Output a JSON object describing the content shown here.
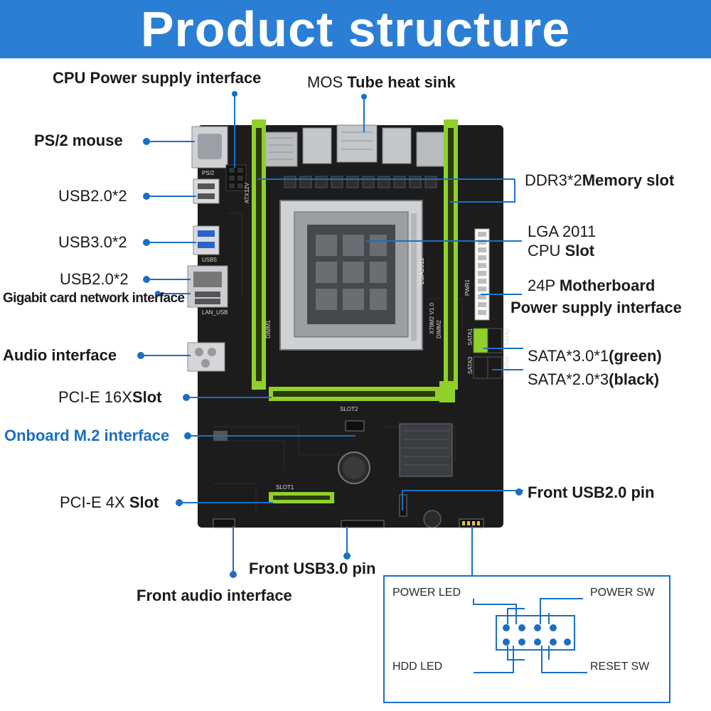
{
  "title": "Product structure",
  "labels": {
    "cpu_power": "CPU Power supply interface",
    "mos_prefix": "MOS",
    "mos_rest": "Tube heat sink",
    "ps2_mouse": "PS/2 mouse",
    "usb20_top": "USB2.0*2",
    "usb30": "USB3.0*2",
    "usb20_lan": "USB2.0*2",
    "gigabit": "Gigabit card network interface",
    "audio": "Audio interface",
    "pcie16_prefix": "PCI-E 16X",
    "pcie16_rest": "Slot",
    "m2": "Onboard M.2 interface",
    "pcie4_prefix": "PCI-E 4X",
    "pcie4_rest": "Slot",
    "front_usb30": "Front USB3.0 pin",
    "front_audio": "Front audio interface",
    "ddr3_prefix": "DDR3*2",
    "ddr3_rest": "Memory slot",
    "lga_line1": "LGA 2011",
    "lga_line2_prefix": "CPU",
    "lga_line2_rest": "Slot",
    "p24_prefix": "24P",
    "p24_rest": "Motherboard",
    "p24_line2": "Power supply interface",
    "sata30_prefix": "SATA*3.0*1",
    "sata30_rest": "(green)",
    "sata20_prefix": "SATA*2.0*3",
    "sata20_rest": "(black)",
    "front_usb20": "Front USB2.0 pin"
  },
  "board_silkscreen": {
    "socket_text": "LGA2011",
    "slot2": "SLOT2",
    "slot1": "SLOT1",
    "ps2": "PS/2",
    "lan_usb": "LAN_USB",
    "usb5": "USB5",
    "atx12v": "ATX12V",
    "dimm1": "DIMM1",
    "dimm2": "DIMM2",
    "sata1": "SATA1",
    "sata2": "SATA2",
    "sata3": "SATA3",
    "sata4": "SATA4",
    "pwr1": "PWR1",
    "x79": "X79M2 V1.0"
  },
  "pin_diagram": {
    "power_led": "POWER LED",
    "power_sw": "POWER SW",
    "hdd_led": "HDD  LED",
    "reset_sw": "RESET SW"
  },
  "colors": {
    "banner": "#2a7fd4",
    "leader": "#1a6fc4",
    "board": "#1c1c1c",
    "slot_green": "#8fd12a"
  }
}
